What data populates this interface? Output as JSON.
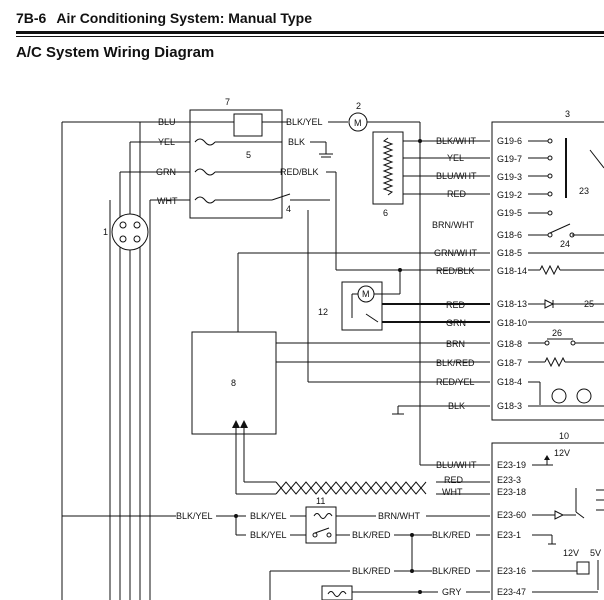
{
  "header": {
    "section": "7B-6",
    "title": "Air Conditioning System: Manual Type"
  },
  "diagram_title": "A/C System Wiring Diagram",
  "components": {
    "c1": "1",
    "c2": "2",
    "c3": "3",
    "c4": "4",
    "c5": "5",
    "c6": "6",
    "c7": "7",
    "c8": "8",
    "c10": "10",
    "c11": "11",
    "c12": "12",
    "c23": "23",
    "c24": "24",
    "c25": "25",
    "c26": "26"
  },
  "motor_symbol": "M",
  "wires": {
    "blu": "BLU",
    "yel": "YEL",
    "grn": "GRN",
    "wht": "WHT",
    "blk_yel": "BLK/YEL",
    "blk": "BLK",
    "red_blk": "RED/BLK",
    "blk_wht": "BLK/WHT",
    "blu_wht": "BLU/WHT",
    "red": "RED",
    "brn_wht": "BRN/WHT",
    "grn_wht": "GRN/WHT",
    "brn": "BRN",
    "blk_red": "BLK/RED",
    "red_yel": "RED/YEL",
    "gry": "GRY"
  },
  "terminals": {
    "g19_6": "G19-6",
    "g19_7": "G19-7",
    "g19_3": "G19-3",
    "g19_2": "G19-2",
    "g19_5": "G19-5",
    "g18_6": "G18-6",
    "g18_5": "G18-5",
    "g18_14": "G18-14",
    "g18_13": "G18-13",
    "g18_10": "G18-10",
    "g18_8": "G18-8",
    "g18_7": "G18-7",
    "g18_4": "G18-4",
    "g18_3": "G18-3",
    "e23_19": "E23-19",
    "e23_3": "E23-3",
    "e23_18": "E23-18",
    "e23_60": "E23-60",
    "e23_1": "E23-1",
    "e23_16": "E23-16",
    "e23_47": "E23-47"
  },
  "voltages": {
    "v12a": "12V",
    "v12b": "12V",
    "v5": "5V"
  }
}
